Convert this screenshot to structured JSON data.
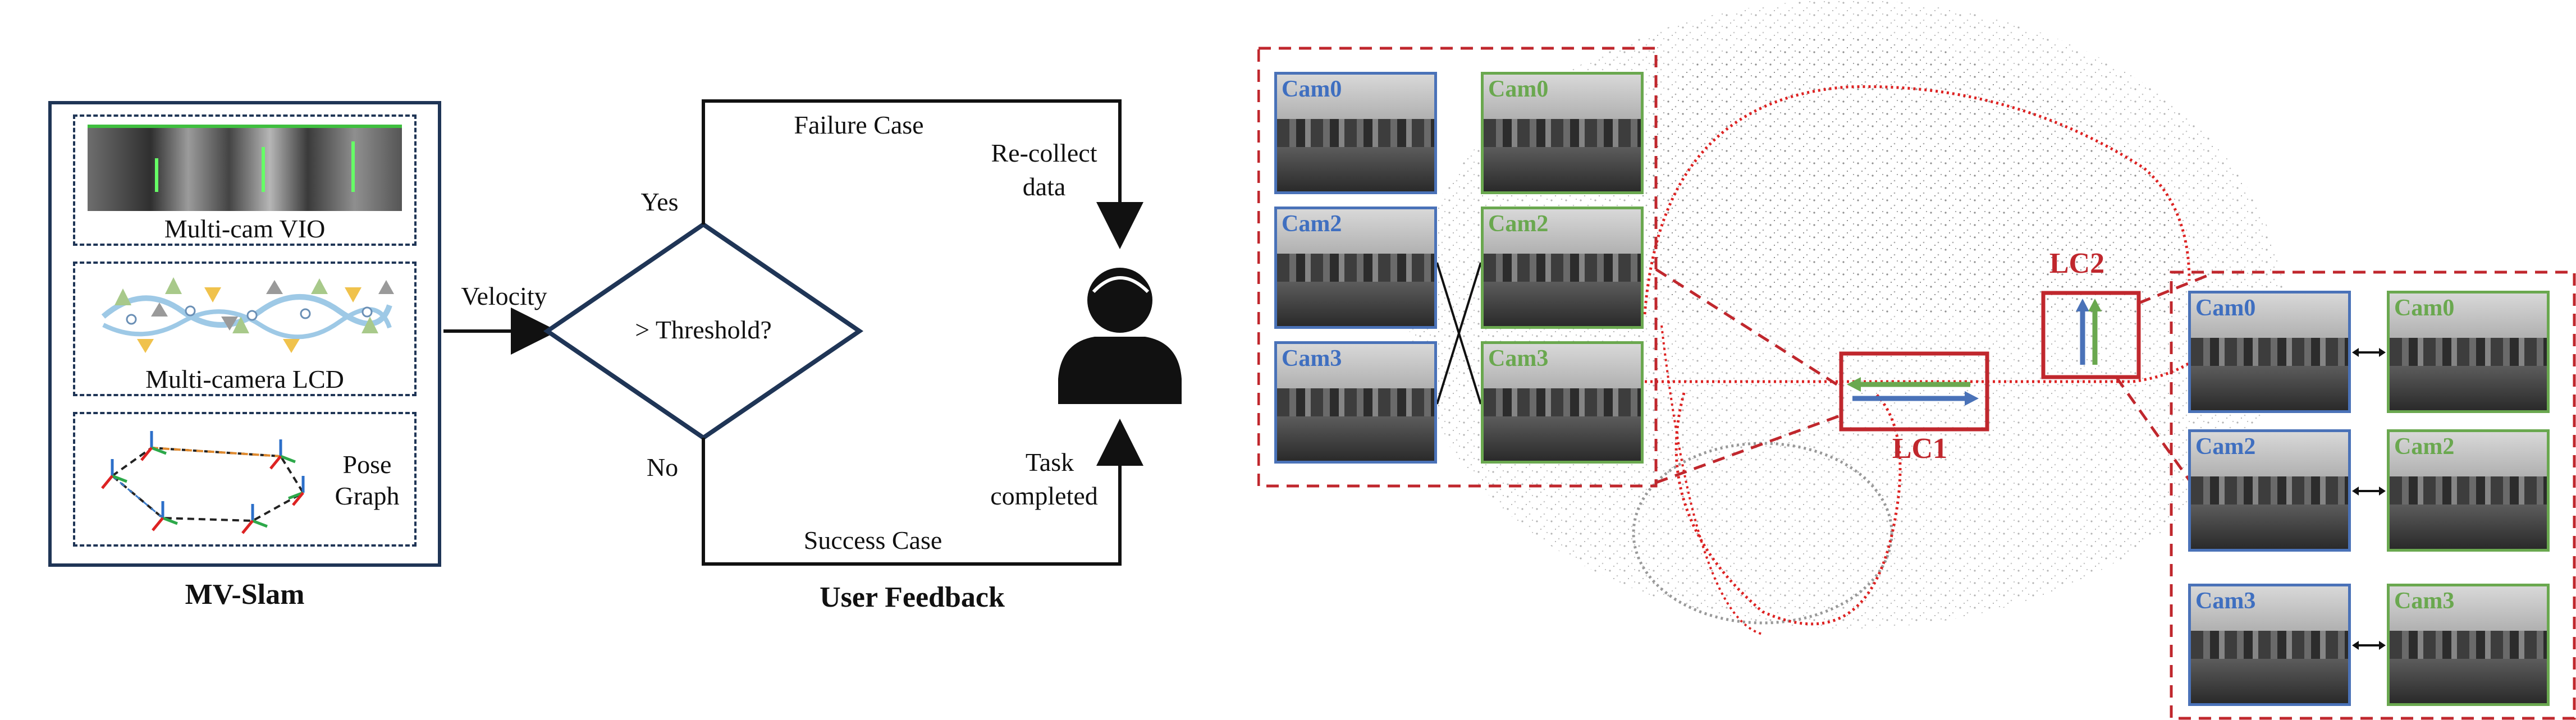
{
  "colors": {
    "navy": "#1f3556",
    "blue_label": "#3f6fc0",
    "green_label": "#6aa84f",
    "red": "#c0272d",
    "black": "#111111"
  },
  "left": {
    "panel_title": "MV-Slam",
    "module_vio": "Multi-cam VIO",
    "module_lcd": "Multi-camera LCD",
    "module_pose_line1": "Pose",
    "module_pose_line2": "Graph",
    "arrow_label": "Velocity",
    "decision": "> Threshold?",
    "yes": "Yes",
    "no": "No",
    "failure_case": "Failure Case",
    "success_case": "Success Case",
    "recollect_line1": "Re-collect",
    "recollect_line2": "data",
    "task_line1": "Task",
    "task_line2": "completed",
    "feedback_title": "User Feedback"
  },
  "right": {
    "lc1": "LC1",
    "lc2": "LC2",
    "left_cams": {
      "blue": [
        "Cam0",
        "Cam2",
        "Cam3"
      ],
      "green": [
        "Cam0",
        "Cam2",
        "Cam3"
      ]
    },
    "right_cams": {
      "blue": [
        "Cam0",
        "Cam2",
        "Cam3"
      ],
      "green": [
        "Cam0",
        "Cam2",
        "Cam3"
      ]
    }
  },
  "icons": {
    "user": "user-silhouette-icon",
    "pose_graph": "pose-graph-icon",
    "lcd_network": "lcd-network-icon"
  }
}
